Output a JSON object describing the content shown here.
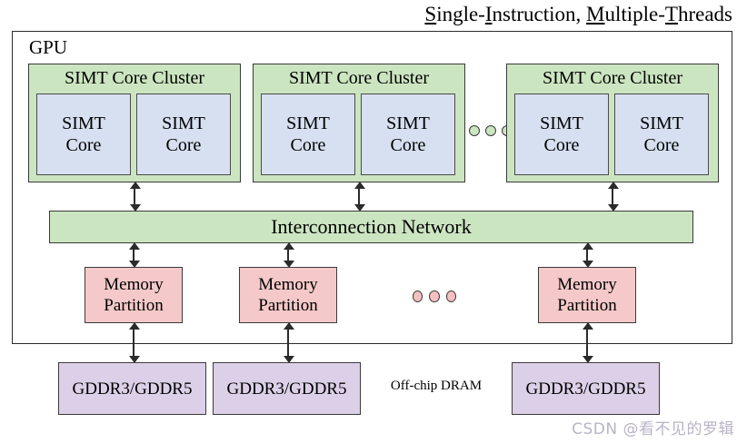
{
  "title": {
    "full": "Single-Instruction, Multiple-Threads",
    "parts": [
      {
        "underlined": "S",
        "rest": "ingle-"
      },
      {
        "underlined": "I",
        "rest": "nstruction, "
      },
      {
        "underlined": "M",
        "rest": "ultiple-"
      },
      {
        "underlined": "T",
        "rest": "hreads"
      }
    ]
  },
  "gpu": {
    "label": "GPU"
  },
  "clusters": [
    {
      "label": "SIMT Core Cluster",
      "cores": [
        {
          "line1": "SIMT",
          "line2": "Core"
        },
        {
          "line1": "SIMT",
          "line2": "Core"
        }
      ]
    },
    {
      "label": "SIMT Core Cluster",
      "cores": [
        {
          "line1": "SIMT",
          "line2": "Core"
        },
        {
          "line1": "SIMT",
          "line2": "Core"
        }
      ]
    },
    {
      "label": "SIMT Core Cluster",
      "cores": [
        {
          "line1": "SIMT",
          "line2": "Core"
        },
        {
          "line1": "SIMT",
          "line2": "Core"
        }
      ]
    }
  ],
  "cluster_ellipsis": {
    "count": 3,
    "meaning": "more SIMT core clusters"
  },
  "interconnect": {
    "label": "Interconnection Network"
  },
  "memory_partitions": [
    {
      "line1": "Memory",
      "line2": "Partition"
    },
    {
      "line1": "Memory",
      "line2": "Partition"
    },
    {
      "line1": "Memory",
      "line2": "Partition"
    }
  ],
  "memory_ellipsis": {
    "count": 3,
    "meaning": "more memory partitions"
  },
  "dram": {
    "boxes": [
      {
        "label": "GDDR3/GDDR5"
      },
      {
        "label": "GDDR3/GDDR5"
      },
      {
        "label": "GDDR3/GDDR5"
      }
    ],
    "caption": "Off-chip DRAM"
  },
  "watermark": {
    "text": "CSDN @看不见的罗辑"
  },
  "colors": {
    "cluster_fill": "#cce5c1",
    "core_fill": "#d6e0f0",
    "interconnect_fill": "#cce5c1",
    "memory_partition_fill": "#f5c9c9",
    "dram_fill": "#dcd0e8",
    "stroke": "#3a3a3a",
    "background": "#ffffff",
    "watermark": "#b9b4c6"
  }
}
